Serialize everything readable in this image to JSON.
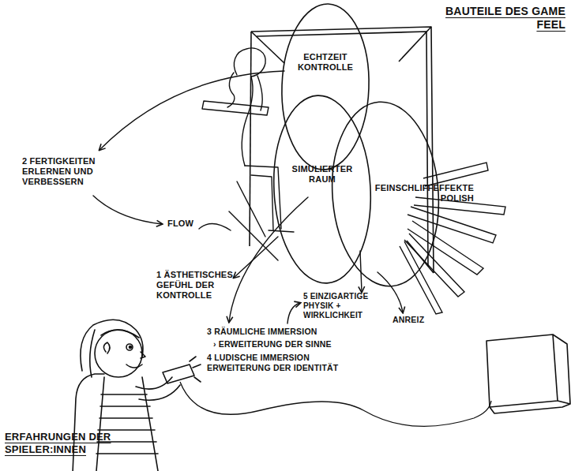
{
  "diagram": {
    "title": "BAUTEILE DES GAME FEEL",
    "nodes": [
      {
        "text": [
          "ECHTZEIT KONTROLLE"
        ]
      },
      {
        "text": [
          "SIMULIERTER RAUM"
        ]
      },
      {
        "text": [
          "FEINSCHLIFFEFFEKTE POLISH"
        ]
      }
    ],
    "labels": [
      "2 FERTIGKEITEN ERLERNEN UND VERBESSERN",
      "FLOW",
      "1 ÄSTHETISCHES GEFÜHL DER KONTROLLE",
      "5 EINZIGARTIGE PHYSIK + WIRKLICHKEIT",
      "3 RÄUMLICHE IMMERSION",
      "› ERWEITERUNG DER SINNE",
      "ANREIZ",
      "4 LUDISCHE IMMERSION ERWEITERUNG DER IDENTITÄT",
      "ERFAHRUNGEN DER SPIELER:INNEN"
    ]
  }
}
